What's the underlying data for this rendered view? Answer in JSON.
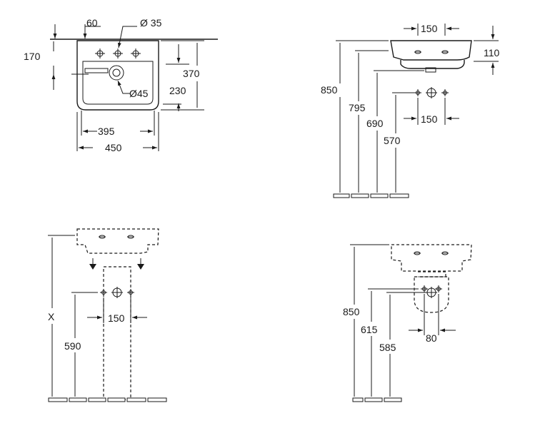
{
  "top_left_view": {
    "dim_60": "60",
    "dim_tap_hole": "Ø 35",
    "dim_170": "170",
    "dim_370": "370",
    "dim_230": "230",
    "dim_waste": "Ø45",
    "dim_395": "395",
    "dim_450": "450"
  },
  "top_right_view": {
    "dim_150_top": "150",
    "dim_110": "110",
    "dim_850": "850",
    "dim_795": "795",
    "dim_690": "690",
    "dim_570": "570",
    "dim_150_holes": "150"
  },
  "bottom_left_view": {
    "dim_x": "X",
    "dim_150": "150",
    "dim_590": "590"
  },
  "bottom_right_view": {
    "dim_850": "850",
    "dim_615": "615",
    "dim_585": "585",
    "dim_80": "80"
  }
}
